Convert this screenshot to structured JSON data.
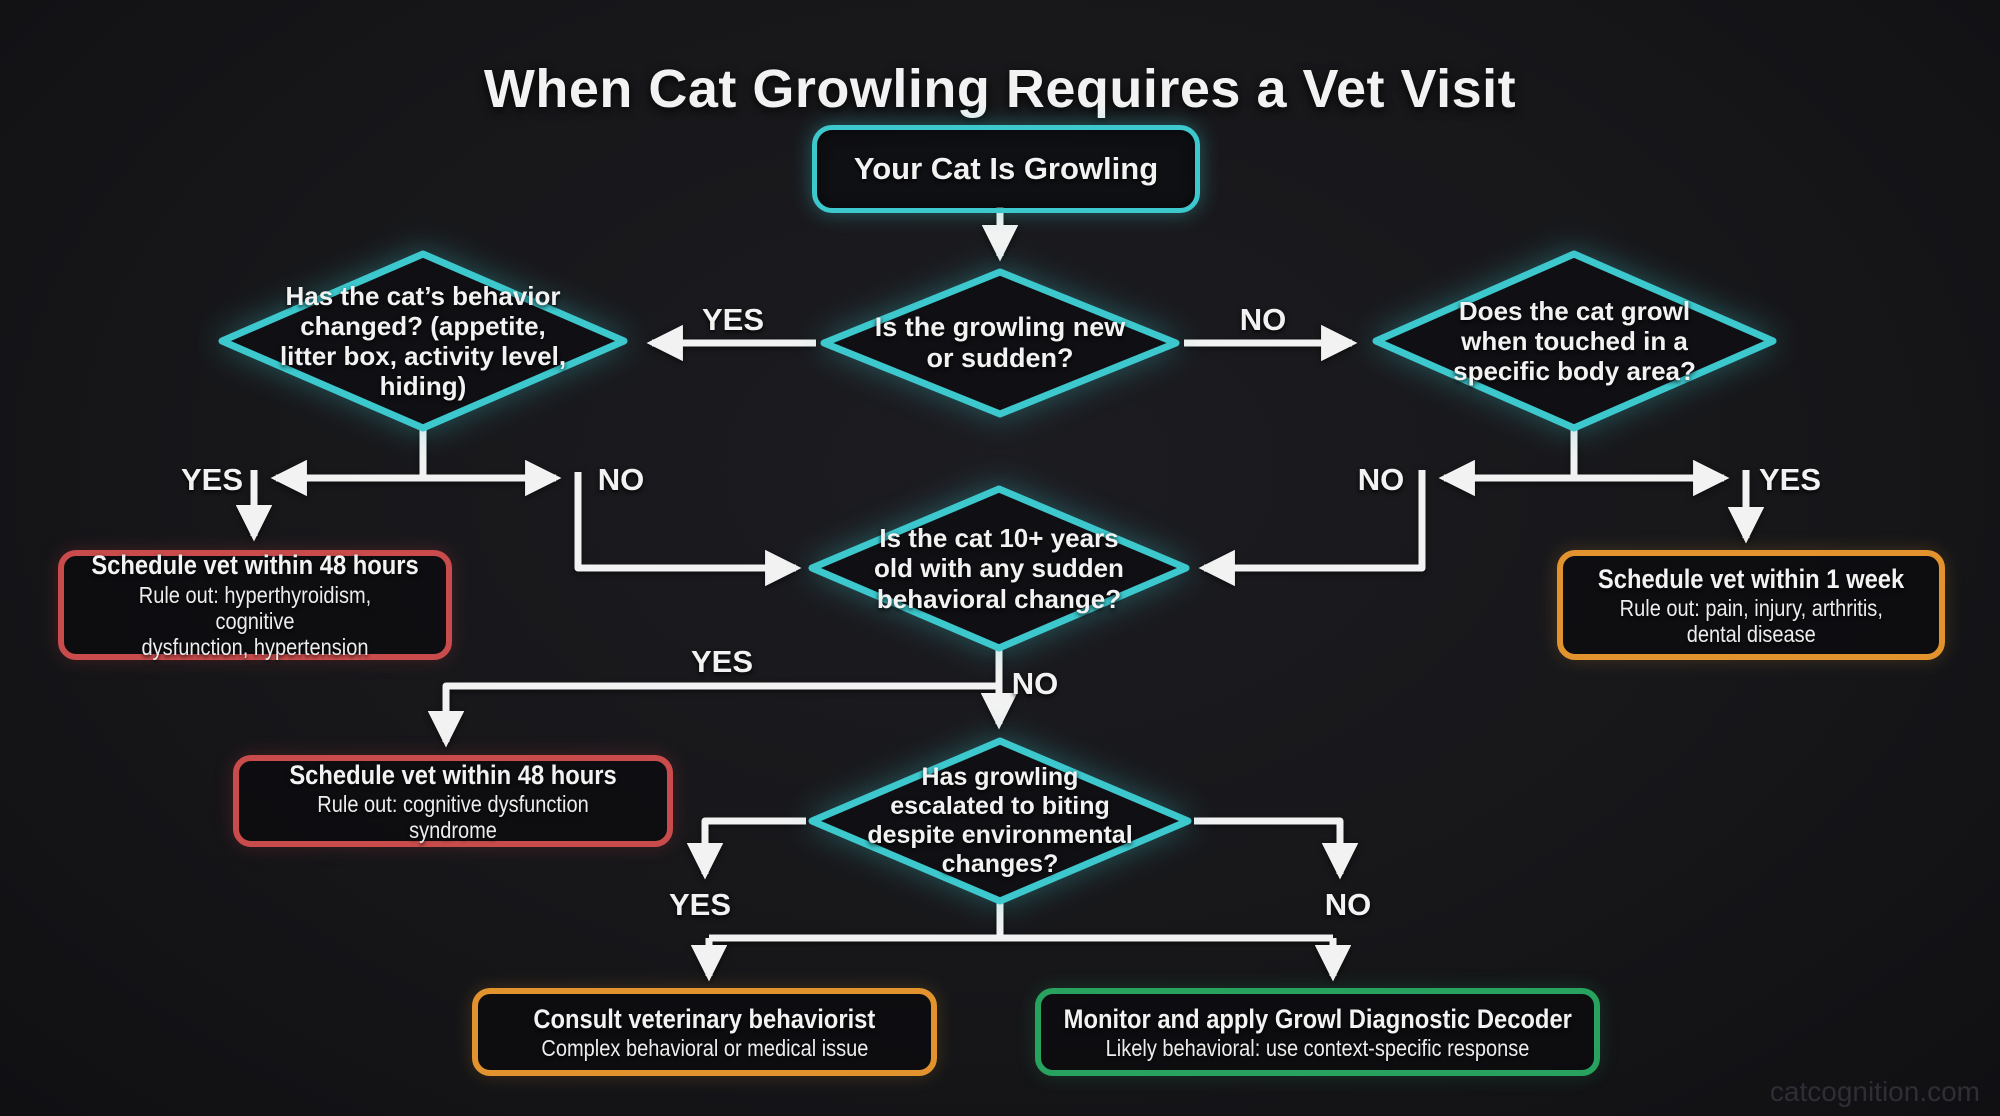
{
  "title": "When Cat Growling Requires a Vet Visit",
  "watermark": "catcognition.com",
  "labels": {
    "yes": "YES",
    "no": "NO"
  },
  "colors": {
    "accent_cyan": "#3cc8cd",
    "urgent_red": "#c94b4b",
    "caution_orange": "#e2932d",
    "ok_green": "#27a35f",
    "line_white": "#f2f2f2",
    "background": "#17171a"
  },
  "nodes": {
    "start": {
      "text": "Your Cat Is Growling"
    },
    "q_new_sudden": {
      "text": "Is the growling new\nor sudden?"
    },
    "q_behavior_changed": {
      "text": "Has the cat’s behavior\nchanged? (appetite,\nlitter box, activity level,\nhiding)"
    },
    "q_touch_area": {
      "text": "Does the cat growl\nwhen touched in a\nspecific body area?"
    },
    "q_senior_change": {
      "text": "Is the cat 10+ years\nold with any sudden\nbehavioral change?"
    },
    "q_escalated_biting": {
      "text": "Has growling\nescalated to biting\ndespite environmental\nchanges?"
    },
    "outcome_48h_medical": {
      "title": "Schedule vet within 48 hours",
      "subtitle": "Rule out: hyperthyroidism, cognitive\ndysfunction, hypertension"
    },
    "outcome_1_week": {
      "title": "Schedule vet within 1 week",
      "subtitle": "Rule out: pain, injury, arthritis,\ndental disease"
    },
    "outcome_48h_cds": {
      "title": "Schedule vet within 48 hours",
      "subtitle": "Rule out: cognitive dysfunction syndrome"
    },
    "outcome_behaviorist": {
      "title": "Consult veterinary behaviorist",
      "subtitle": "Complex behavioral or medical issue"
    },
    "outcome_monitor": {
      "title": "Monitor and apply Growl Diagnostic Decoder",
      "subtitle": "Likely behavioral: use context-specific response"
    }
  }
}
